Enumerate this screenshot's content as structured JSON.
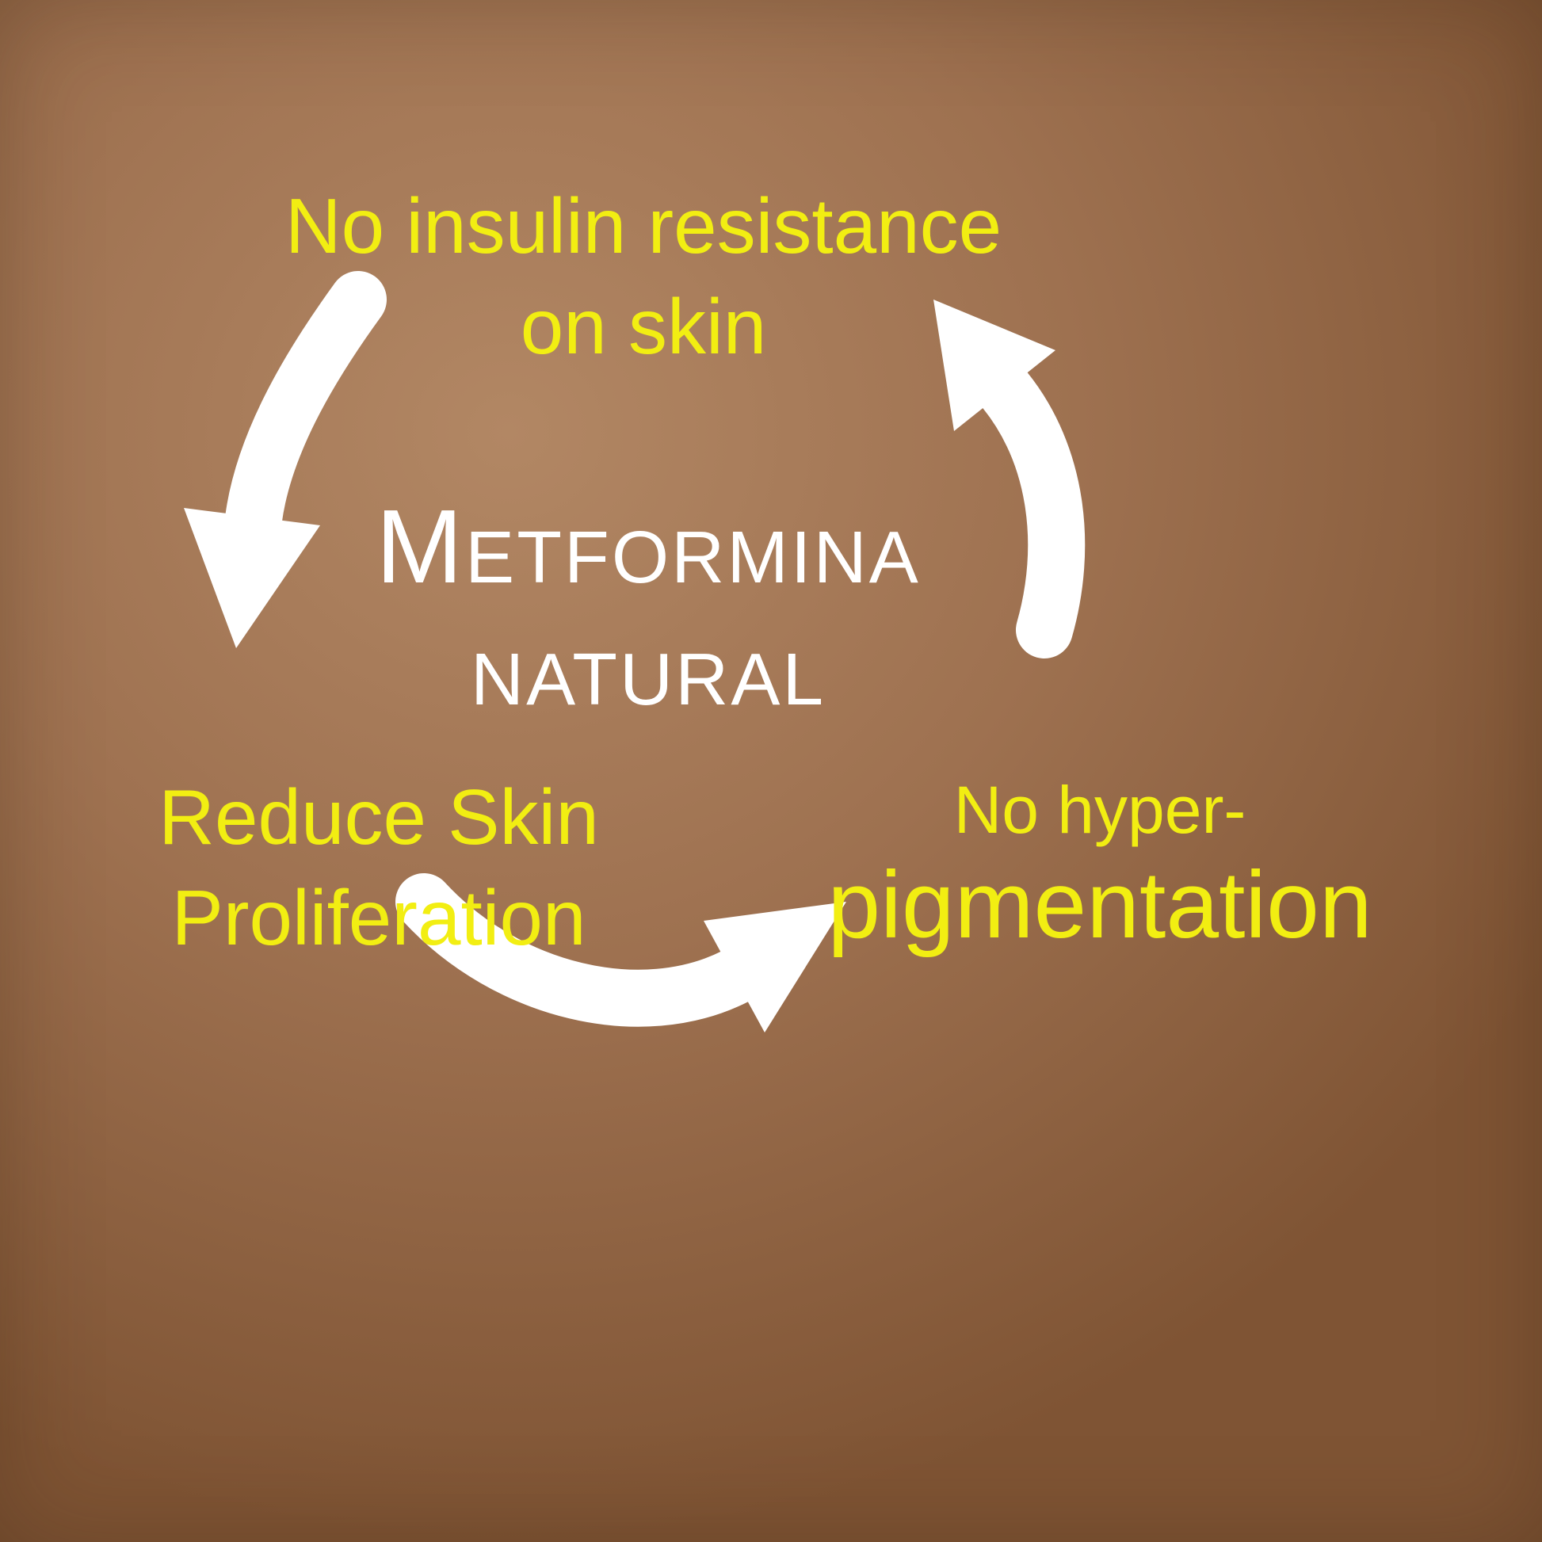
{
  "center": {
    "line1": "METFORMINA",
    "line2": "NATURAL"
  },
  "labels": {
    "top": {
      "lines": [
        "No insulin resistance",
        "on skin"
      ]
    },
    "bottom_left": {
      "lines": [
        "Reduce Skin",
        "Proliferation"
      ]
    },
    "right": {
      "lines": [
        "No hyper-",
        "pigmentation"
      ]
    }
  },
  "icons": {
    "arrows": [
      "arrow-top-to-left-icon",
      "arrow-left-to-right-icon",
      "arrow-right-to-top-icon"
    ]
  },
  "colors": {
    "label_yellow": "#f2ee12",
    "center_white": "#ffffff",
    "arrow_white": "#ffffff",
    "bg_light": "#b28764",
    "bg_mid": "#9e7150",
    "bg_dark": "#7f5434"
  }
}
